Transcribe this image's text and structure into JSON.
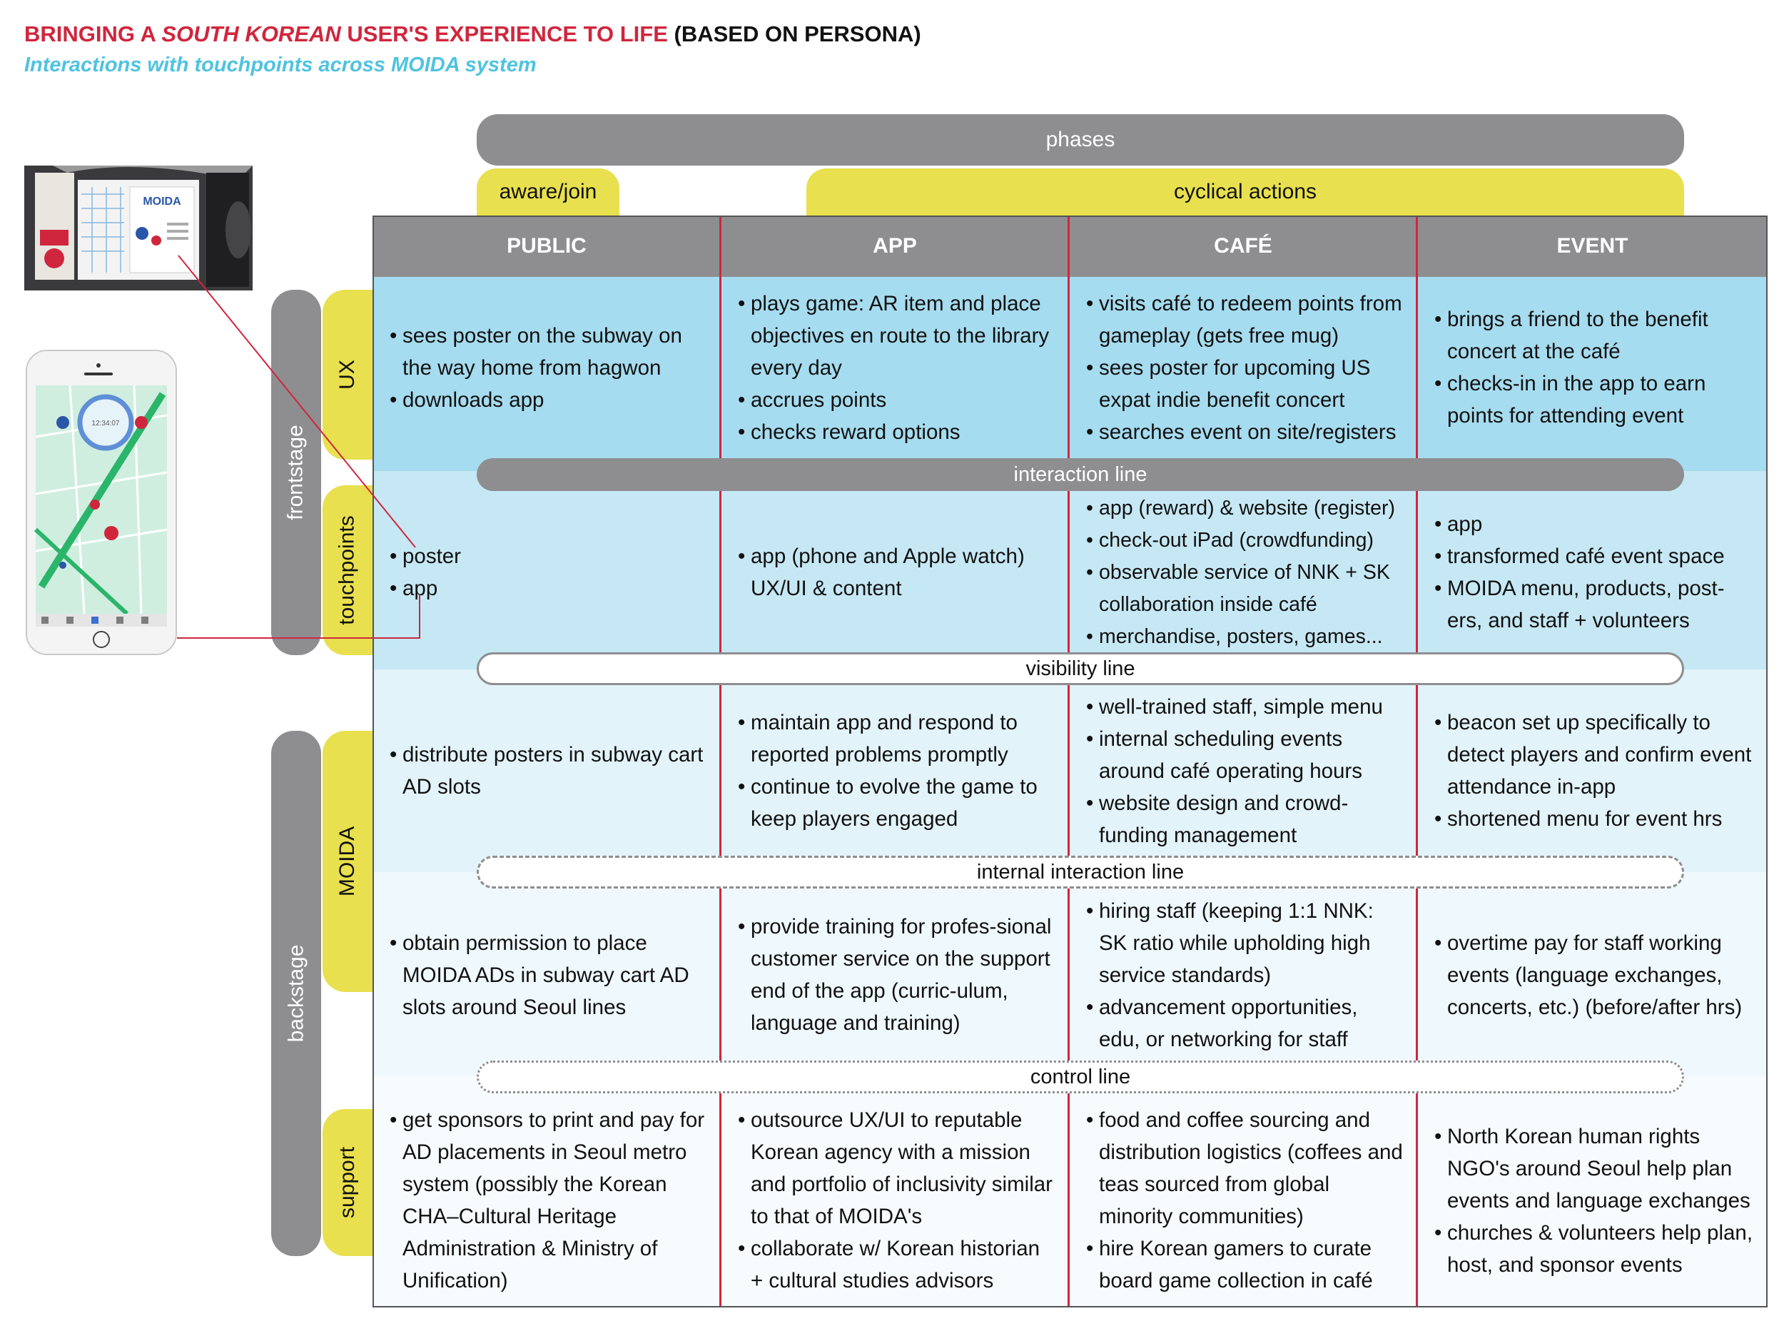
{
  "header": {
    "title_part1": "BRINGING A ",
    "title_emph": "SOUTH KOREAN",
    "title_part2": " USER'S EXPERIENCE TO LIFE",
    "title_part3": " (BASED ON PERSONA)",
    "subtitle": "Interactions with touchpoints across MOIDA system"
  },
  "phases": {
    "label": "phases",
    "aware": "aware/join",
    "cyclical": "cyclical actions"
  },
  "columns": [
    "PUBLIC",
    "APP",
    "CAFÉ",
    "EVENT"
  ],
  "side_labels": {
    "frontstage": "frontstage",
    "backstage": "backstage",
    "ux": "UX",
    "touchpoints": "touchpoints",
    "moida": "MOIDA",
    "support": "support"
  },
  "lines": {
    "interaction": "interaction line",
    "visibility": "visibility line",
    "internal": "internal interaction line",
    "control": "control line"
  },
  "images": {
    "poster_logo": "MOIDA",
    "phone_time": "12:34:07"
  },
  "rows": {
    "ux": [
      [
        "sees poster on the subway on the way home from hagwon",
        "downloads app"
      ],
      [
        "plays game: AR item and place objectives en route to the library every day",
        "accrues points",
        "checks reward options"
      ],
      [
        "visits café to redeem points from gameplay (gets free mug)",
        "sees poster for upcoming US expat indie benefit concert",
        "searches event on site/registers"
      ],
      [
        "brings a friend to the benefit concert at the café",
        "checks-in in the app to earn points for attending event"
      ]
    ],
    "touchpoints": [
      [
        "poster",
        "app"
      ],
      [
        "app (phone and Apple watch) UX/UI & content"
      ],
      [
        "app (reward) & website (register)",
        "check-out iPad (crowdfunding)",
        "observable service of NNK + SK collaboration inside café",
        "merchandise, posters, games..."
      ],
      [
        "app",
        "transformed café event space",
        "MOIDA menu, products, post-ers, and staff + volunteers"
      ]
    ],
    "moida_visible": [
      [
        "distribute posters in subway cart AD slots"
      ],
      [
        "maintain app and respond to reported problems promptly",
        "continue to evolve the game to keep players engaged"
      ],
      [
        "well-trained staff, simple menu",
        "internal scheduling events around café operating hours",
        "website design and crowd-funding management"
      ],
      [
        "beacon set up specifically to detect players and confirm event attendance in-app",
        "shortened menu for event hrs"
      ]
    ],
    "moida_internal": [
      [
        "obtain permission to place MOIDA ADs in subway cart AD slots around Seoul lines"
      ],
      [
        "provide training for profes-sional customer service on the support end of the app (curric-ulum, language and training)"
      ],
      [
        "hiring staff (keeping 1:1 NNK: SK ratio while upholding high service standards)",
        "advancement opportunities, edu, or networking for staff"
      ],
      [
        "overtime pay for staff working events (language exchanges, concerts, etc.) (before/after hrs)"
      ]
    ],
    "support": [
      [
        "get sponsors to print and pay for AD placements in Seoul metro system (possibly the Korean CHA–Cultural Heritage Administration & Ministry of Unification)"
      ],
      [
        "outsource UX/UI to reputable Korean agency with a mission and portfolio of inclusivity similar to that of MOIDA's",
        "collaborate w/ Korean historian + cultural studies advisors"
      ],
      [
        "food and coffee sourcing and distribution logistics (coffees and teas sourced from global minority communities)",
        "hire Korean gamers to curate board game collection in café"
      ],
      [
        "North Korean human rights NGO's around Seoul help plan events and language exchanges",
        "churches & volunteers help plan, host, and sponsor events"
      ]
    ]
  },
  "colors": {
    "accent_red": "#d0263d",
    "accent_cyan": "#4fc3e0",
    "pill_gray": "#8e8e91",
    "pill_yellow": "#e8e04e",
    "ux_band": "#a6dcef",
    "touchpoint_band": "#c6e8f4"
  }
}
